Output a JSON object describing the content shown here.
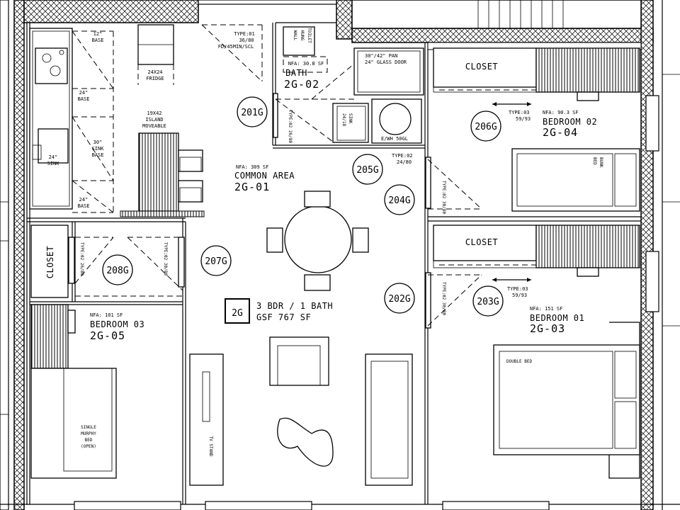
{
  "unit": {
    "code": "2G",
    "summary": "3 BDR / 1 BATH",
    "gsf": "GSF 767 SF"
  },
  "rooms": {
    "common": {
      "nfa": "NFA: 309 SF",
      "name": "COMMON AREA",
      "number": "2G-01"
    },
    "bath": {
      "nfa": "NFA: 30.8 SF",
      "name": "BATH",
      "number": "2G-02"
    },
    "bedroom02": {
      "nfa": "NFA: 90.3 SF",
      "name": "BEDROOM 02",
      "number": "2G-04"
    },
    "bedroom03": {
      "nfa": "NFA: 101 SF",
      "name": "BEDROOM 03",
      "number": "2G-05"
    },
    "bedroom01": {
      "nfa": "NFA: 151 SF",
      "name": "BEDROOM 01",
      "number": "2G-03"
    }
  },
  "closets": {
    "top_right": "CLOSET",
    "mid_right": "CLOSET",
    "left": "CLOSET"
  },
  "door_tags": {
    "d201": "201G",
    "d202": "202G",
    "d203": "203G",
    "d204": "204G",
    "d205": "205G",
    "d206": "206G",
    "d207": "207G",
    "d208": "208G"
  },
  "door_notes": {
    "entry_1": "TYPE:01",
    "entry_2": "36/80",
    "entry_3": "FD/45MIN/SCL",
    "bath": "TYPE:02 26/80",
    "d205_1": "TYPE:02",
    "d205_2": "24/80",
    "d204": "TYPE:02 30/80",
    "d206_1": "TYPE:03",
    "d206_2": "59/93",
    "d203_1": "TYPE:03",
    "d203_2": "59/93",
    "d202": "TYPE:02 30/80",
    "d208": "TYPE:02 26/80",
    "d207": "TYPE:02 30/80"
  },
  "fixtures": {
    "base_12": [
      "12\"",
      "BASE"
    ],
    "base_24a": [
      "24\"",
      "BASE"
    ],
    "sink_base_30": [
      "30\"",
      "SINK",
      "BASE"
    ],
    "sink_24": [
      "24\"",
      "SINK"
    ],
    "base_24b": [
      "24\"",
      "BASE"
    ],
    "fridge": [
      "24X24",
      "FRIDGE"
    ],
    "island": [
      "19X42",
      "ISLAND",
      "MOVEABLE"
    ],
    "wall_toilet": [
      "WALL",
      "HUNG",
      "TOILET"
    ],
    "pan": [
      "30\"/42\" PAN",
      "24\" GLASS DOOR"
    ],
    "bath_sink": [
      "SINK",
      "24/18"
    ],
    "ewh": "E/WH  50GL",
    "bunk_bed": [
      "BUNK",
      "BED"
    ],
    "double_bed": "DOUBLE BED",
    "murphy_bed": [
      "SINGLE",
      "MURPHY",
      "BED",
      "(OPEN)"
    ],
    "tv_stand": "TV STAND"
  }
}
